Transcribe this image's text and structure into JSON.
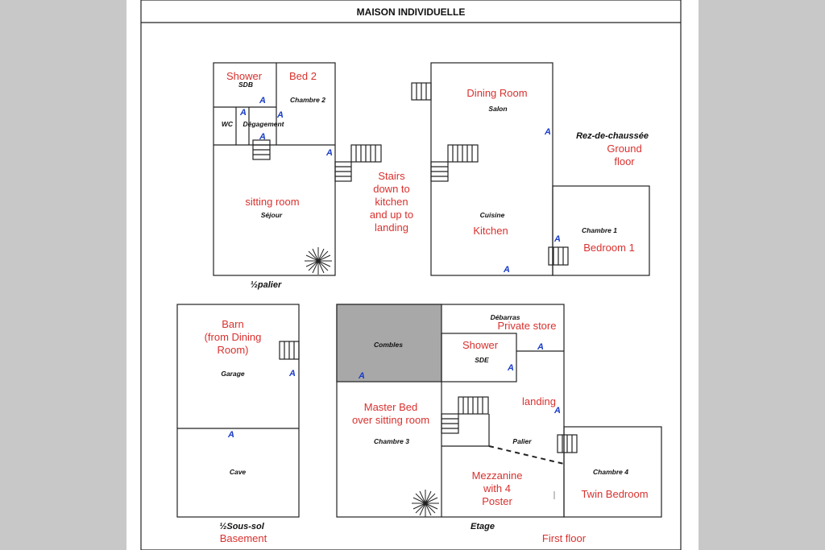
{
  "title": "MAISON INDIVIDUELLE",
  "door_marker": "A",
  "colors": {
    "english": "#d8312e",
    "door": "#1a3cc7",
    "attic": "#a8a8a8"
  },
  "half_landing": {
    "plan_label": "½palier",
    "shower_en": "Shower",
    "shower_fr": "SDB",
    "bed2_en": "Bed 2",
    "bed2_fr": "Chambre 2",
    "wc_fr": "WC",
    "degagement_fr": "Dégagement",
    "sitting_en": "sitting room",
    "sitting_fr": "Séjour",
    "stairs_note": [
      "Stairs",
      "down to",
      "kitchen",
      "and up to",
      "landing"
    ]
  },
  "ground_floor": {
    "label_fr": "Rez-de-chaussée",
    "label_en": [
      "Ground",
      "floor"
    ],
    "dining_en": "Dining Room",
    "dining_fr": "Salon",
    "kitchen_fr": "Cuisine",
    "kitchen_en": "Kitchen",
    "bed1_fr": "Chambre 1",
    "bed1_en": "Bedroom 1"
  },
  "basement": {
    "label_fr": "½Sous-sol",
    "label_en": "Basement",
    "barn_en": [
      "Barn",
      "(from Dining",
      "Room)"
    ],
    "garage_fr": "Garage",
    "cave_fr": "Cave"
  },
  "first_floor": {
    "label_fr": "Etage",
    "label_en": "First floor",
    "combles_fr": "Combles",
    "debarras_fr": "Débarras",
    "store_en": "Private store",
    "shower_en": "Shower",
    "shower_fr": "SDE",
    "landing_en": "landing",
    "palier_fr": "Palier",
    "master_en": [
      "Master Bed",
      "over sitting room"
    ],
    "master_fr": "Chambre 3",
    "mezz_en": [
      "Mezzanine",
      "with 4",
      "Poster"
    ],
    "bed4_fr": "Chambre 4",
    "bed4_en": "Twin Bedroom"
  }
}
